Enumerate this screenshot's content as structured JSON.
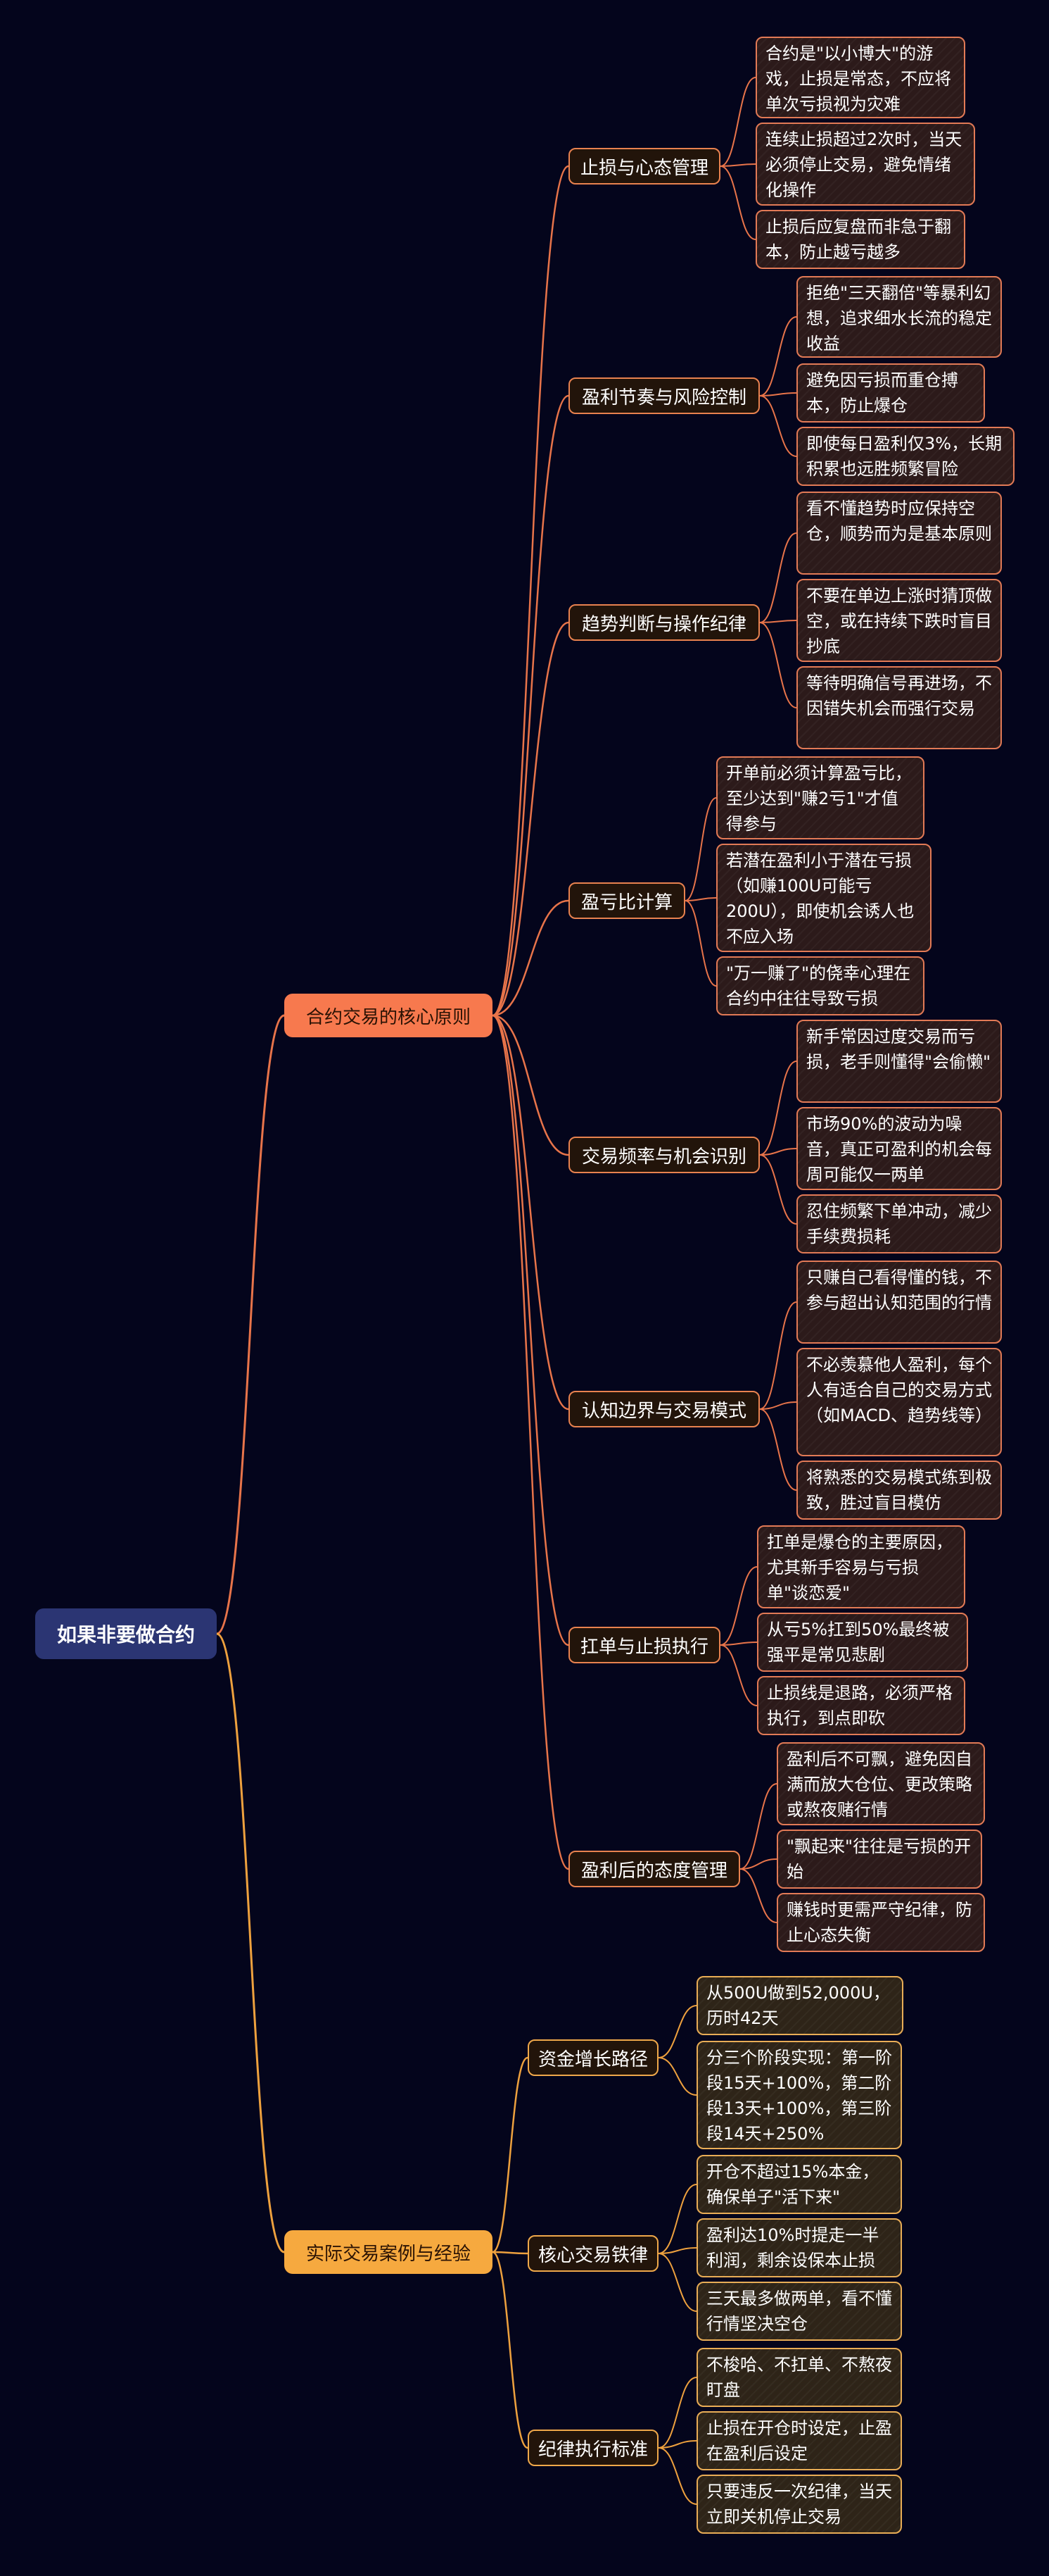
{
  "root": {
    "label": "如果非要做合约"
  },
  "colors": {
    "background": "#04051c",
    "root": "#2b3573",
    "branch1": "#f7794e",
    "branch2": "#f6a93f"
  },
  "branches": [
    {
      "label": "合约交易的核心原则",
      "topics": [
        {
          "label": "止损与心态管理",
          "items": [
            "合约是\"以小博大\"的游戏，止损是常态，不应将单次亏损视为灾难",
            "连续止损超过2次时，当天必须停止交易，避免情绪化操作",
            "止损后应复盘而非急于翻本，防止越亏越多"
          ]
        },
        {
          "label": "盈利节奏与风险控制",
          "items": [
            "拒绝\"三天翻倍\"等暴利幻想，追求细水长流的稳定收益",
            "避免因亏损而重仓搏本，防止爆仓",
            "即使每日盈利仅3%，长期积累也远胜频繁冒险"
          ]
        },
        {
          "label": "趋势判断与操作纪律",
          "items": [
            "看不懂趋势时应保持空仓，顺势而为是基本原则",
            "不要在单边上涨时猜顶做空，或在持续下跌时盲目抄底",
            "等待明确信号再进场，不因错失机会而强行交易"
          ]
        },
        {
          "label": "盈亏比计算",
          "items": [
            "开单前必须计算盈亏比，至少达到\"赚2亏1\"才值得参与",
            "若潜在盈利小于潜在亏损（如赚100U可能亏200U），即使机会诱人也不应入场",
            "\"万一赚了\"的侥幸心理在合约中往往导致亏损"
          ]
        },
        {
          "label": "交易频率与机会识别",
          "items": [
            "新手常因过度交易而亏损，老手则懂得\"会偷懒\"",
            "市场90%的波动为噪音，真正可盈利的机会每周可能仅一两单",
            "忍住频繁下单冲动，减少手续费损耗"
          ]
        },
        {
          "label": "认知边界与交易模式",
          "items": [
            "只赚自己看得懂的钱，不参与超出认知范围的行情",
            "不必羡慕他人盈利，每个人有适合自己的交易方式（如MACD、趋势线等）",
            "将熟悉的交易模式练到极致，胜过盲目模仿"
          ]
        },
        {
          "label": "扛单与止损执行",
          "items": [
            "扛单是爆仓的主要原因，尤其新手容易与亏损单\"谈恋爱\"",
            "从亏5%扛到50%最终被强平是常见悲剧",
            "止损线是退路，必须严格执行，到点即砍"
          ]
        },
        {
          "label": "盈利后的态度管理",
          "items": [
            "盈利后不可飘，避免因自满而放大仓位、更改策略或熬夜赌行情",
            "\"飘起来\"往往是亏损的开始",
            "赚钱时更需严守纪律，防止心态失衡"
          ]
        }
      ]
    },
    {
      "label": "实际交易案例与经验",
      "topics": [
        {
          "label": "资金增长路径",
          "items": [
            "从500U做到52,000U，历时42天",
            "分三个阶段实现：第一阶段15天+100%，第二阶段13天+100%，第三阶段14天+250%"
          ]
        },
        {
          "label": "核心交易铁律",
          "items": [
            "开仓不超过15%本金，确保单子\"活下来\"",
            "盈利达10%时提走一半利润，剩余设保本止损",
            "三天最多做两单，看不懂行情坚决空仓"
          ]
        },
        {
          "label": "纪律执行标准",
          "items": [
            "不梭哈、不扛单、不熬夜盯盘",
            "止损在开仓时设定，止盈在盈利后设定",
            "只要违反一次纪律，当天立即关机停止交易"
          ]
        }
      ]
    }
  ]
}
